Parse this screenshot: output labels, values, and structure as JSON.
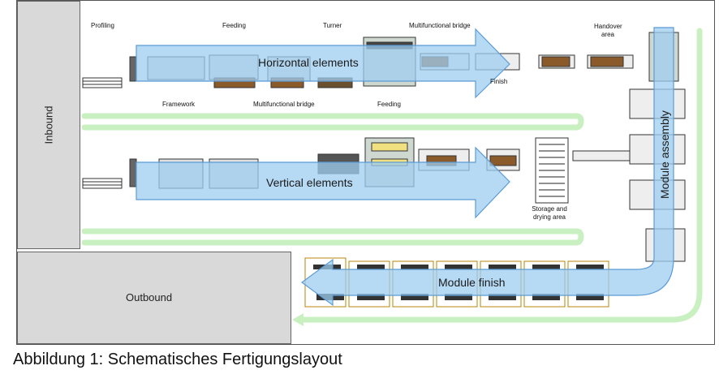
{
  "zones": {
    "inbound": "Inbound",
    "outbound": "Outbound"
  },
  "stations_top": {
    "profiling": "Profiling",
    "feeding_1": "Feeding",
    "turner": "Turner",
    "multifunctional_bridge_1": "Multifunctional bridge",
    "handover_area": "Handover area",
    "framework": "Framework",
    "multifunctional_bridge_2": "Multifunctional bridge",
    "feeding_2": "Feeding",
    "finish": "Finish"
  },
  "stations_middle": {
    "storage_drying": "Storage and drying area"
  },
  "flows": {
    "horizontal": "Horizontal elements",
    "vertical": "Vertical elements",
    "module_assembly": "Module assembly",
    "module_finish": "Module finish"
  },
  "caption": "Abbildung 1: Schematisches Fertigungslayout",
  "colors": {
    "flow_fill": "#9fcdf0",
    "flow_stroke": "#5b9bd5",
    "track": "#c8f0c0",
    "zone": "#d9d9d9"
  }
}
